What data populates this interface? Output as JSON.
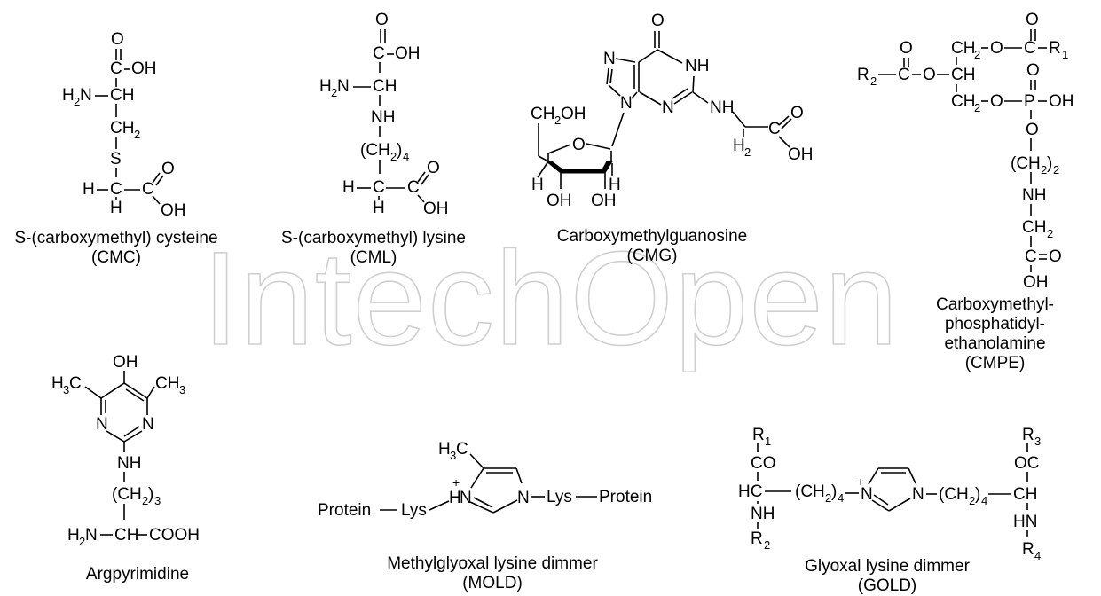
{
  "watermark": "IntechOpen",
  "compounds": [
    {
      "name": "S-(carboxymethyl) cysteine",
      "abbr": "(CMC)"
    },
    {
      "name": "S-(carboxymethyl) lysine",
      "abbr": "(CML)"
    },
    {
      "name": "Carboxymethylguanosine",
      "abbr": "(CMG)"
    },
    {
      "name": "Carboxymethyl-phosphatidyl-",
      "name2": "ethanolamine",
      "abbr": "(CMPE)"
    },
    {
      "name": "Argpyrimidine",
      "abbr": ""
    },
    {
      "name": "Methylglyoxal lysine dimmer",
      "abbr": "(MOLD)"
    },
    {
      "name": "Glyoxal lysine dimmer",
      "abbr": "(GOLD)"
    }
  ]
}
